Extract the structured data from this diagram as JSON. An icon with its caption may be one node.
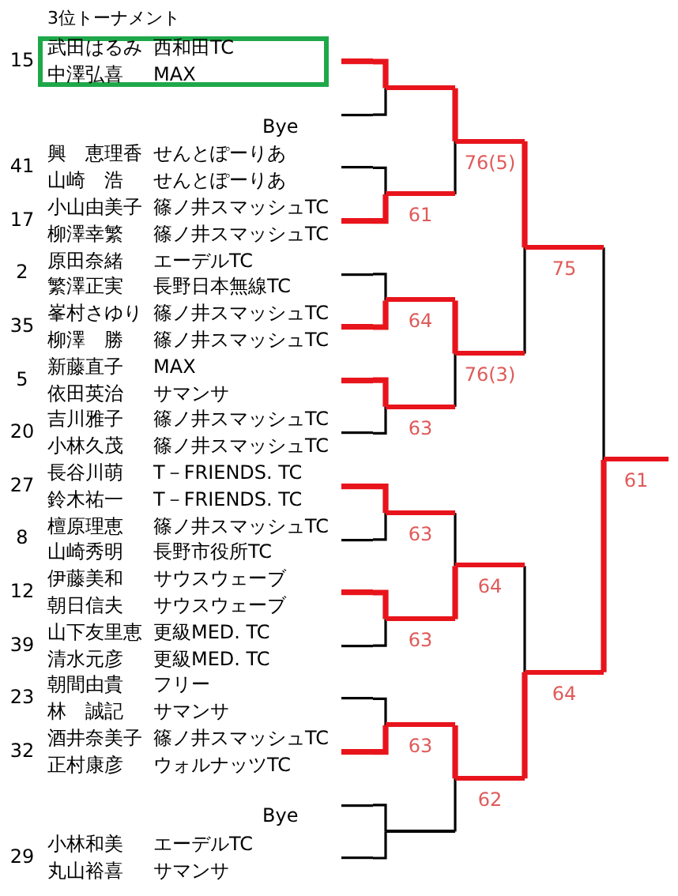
{
  "diagram": {
    "title": "3位トーナメント",
    "nodes": [
      {
        "text": [
          "武田はるみ",
          "西和田TC",
          "中澤弘喜",
          "MAX"
        ],
        "beside": [
          "15"
        ]
      },
      {
        "text": [
          "Bye"
        ]
      },
      {
        "text": [
          "興　恵理香",
          "せんとぽーりあ",
          "山崎　浩",
          "せんとぽーりあ"
        ],
        "beside": [
          "41"
        ]
      },
      {
        "text": [
          "小山由美子",
          "篠ノ井スマッシュTC",
          "柳澤幸繁",
          "篠ノ井スマッシュTC"
        ],
        "beside": [
          "17"
        ]
      },
      {
        "text": [
          "原田奈緒",
          "エーデルTC",
          "繁澤正実",
          "長野日本無線TC"
        ],
        "beside": [
          "2"
        ]
      },
      {
        "text": [
          "峯村さゆり",
          "篠ノ井スマッシュTC",
          "柳澤　勝",
          "篠ノ井スマッシュTC"
        ],
        "beside": [
          "35"
        ]
      },
      {
        "text": [
          "新藤直子",
          "MAX",
          "依田英治",
          "サマンサ"
        ],
        "beside": [
          "5"
        ]
      },
      {
        "text": [
          "吉川雅子",
          "篠ノ井スマッシュTC",
          "小林久茂",
          "篠ノ井スマッシュTC"
        ],
        "beside": [
          "20"
        ]
      },
      {
        "text": [
          "長谷川萌",
          "T－FRIENDS. TC",
          "鈴木祐一",
          "T－FRIENDS. TC"
        ],
        "beside": [
          "27"
        ]
      },
      {
        "text": [
          "檀原理恵",
          "篠ノ井スマッシュTC",
          "山崎秀明",
          "長野市役所TC"
        ],
        "beside": [
          "8"
        ]
      },
      {
        "text": [
          "伊藤美和",
          "サウスウェーブ",
          "朝日信夫",
          "サウスウェーブ"
        ],
        "beside": [
          "12"
        ]
      },
      {
        "text": [
          "山下友里恵",
          "更級MED. TC",
          "清水元彦",
          "更級MED. TC"
        ],
        "beside": [
          "39"
        ]
      },
      {
        "text": [
          "朝間由貴",
          "フリー",
          "林　誠記",
          "サマンサ"
        ],
        "beside": [
          "23"
        ]
      },
      {
        "text": [
          "酒井奈美子",
          "篠ノ井スマッシュTC",
          "正村康彦",
          "ウォルナッツTC"
        ],
        "beside": [
          "32"
        ]
      },
      {
        "text": [
          "Bye"
        ]
      },
      {
        "text": [
          "小林和美",
          "エーデルTC",
          "丸山裕喜",
          "サマンサ"
        ],
        "beside": [
          "29"
        ]
      },
      {
        "text": [],
        "shape": "line"
      },
      {
        "text": [
          "61"
        ]
      },
      {
        "text": [
          "64"
        ]
      },
      {
        "text": [
          "63"
        ]
      },
      {
        "text": [
          "63"
        ]
      },
      {
        "text": [
          "63"
        ]
      },
      {
        "text": [
          "63"
        ]
      },
      {
        "text": [],
        "shape": "line"
      },
      {
        "text": [
          "76(5)"
        ]
      },
      {
        "text": [
          "76(3)"
        ]
      },
      {
        "text": [
          "64"
        ]
      },
      {
        "text": [
          "62"
        ]
      },
      {
        "text": [
          "75"
        ]
      },
      {
        "text": [
          "64"
        ]
      },
      {
        "text": [
          "61"
        ]
      }
    ],
    "edges": [
      {
        "from": 0,
        "to": 16,
        "arrow": "none",
        "style": "thick",
        "color": "#e8141c"
      },
      {
        "from": 1,
        "to": 16,
        "arrow": "none"
      },
      {
        "from": 2,
        "to": 17,
        "arrow": "none"
      },
      {
        "from": 3,
        "to": 17,
        "arrow": "none",
        "style": "thick",
        "color": "#e8141c"
      },
      {
        "from": 4,
        "to": 18,
        "arrow": "none"
      },
      {
        "from": 5,
        "to": 18,
        "arrow": "none",
        "style": "thick",
        "color": "#e8141c"
      },
      {
        "from": 6,
        "to": 19,
        "arrow": "none",
        "style": "thick",
        "color": "#e8141c"
      },
      {
        "from": 7,
        "to": 19,
        "arrow": "none"
      },
      {
        "from": 8,
        "to": 20,
        "arrow": "none",
        "style": "thick",
        "color": "#e8141c"
      },
      {
        "from": 9,
        "to": 20,
        "arrow": "none"
      },
      {
        "from": 10,
        "to": 21,
        "arrow": "none",
        "style": "thick",
        "color": "#e8141c"
      },
      {
        "from": 11,
        "to": 21,
        "arrow": "none"
      },
      {
        "from": 12,
        "to": 22,
        "arrow": "none"
      },
      {
        "from": 13,
        "to": 22,
        "arrow": "none",
        "style": "thick",
        "color": "#e8141c"
      },
      {
        "from": 14,
        "to": 23,
        "arrow": "none"
      },
      {
        "from": 15,
        "to": 23,
        "arrow": "none"
      },
      {
        "from": 16,
        "to": 24,
        "arrow": "none",
        "style": "thick",
        "color": "#e8141c"
      },
      {
        "from": 17,
        "to": 24,
        "arrow": "none"
      },
      {
        "from": 18,
        "to": 25,
        "arrow": "none",
        "style": "thick",
        "color": "#e8141c"
      },
      {
        "from": 19,
        "to": 25,
        "arrow": "none"
      },
      {
        "from": 20,
        "to": 26,
        "arrow": "none"
      },
      {
        "from": 21,
        "to": 26,
        "arrow": "none",
        "style": "thick",
        "color": "#e8141c"
      },
      {
        "from": 22,
        "to": 27,
        "arrow": "none",
        "style": "thick",
        "color": "#e8141c"
      },
      {
        "from": 23,
        "to": 27,
        "arrow": "none"
      },
      {
        "from": 24,
        "to": 28,
        "arrow": "none",
        "style": "thick",
        "color": "#e8141c"
      },
      {
        "from": 25,
        "to": 28,
        "arrow": "none"
      },
      {
        "from": 26,
        "to": 29,
        "arrow": "none"
      },
      {
        "from": 27,
        "to": 29,
        "arrow": "none",
        "style": "thick",
        "color": "#e8141c"
      },
      {
        "from": 28,
        "to": 30,
        "arrow": "none"
      },
      {
        "from": 29,
        "to": 30,
        "arrow": "none",
        "style": "thick",
        "color": "#e8141c"
      }
    ]
  }
}
